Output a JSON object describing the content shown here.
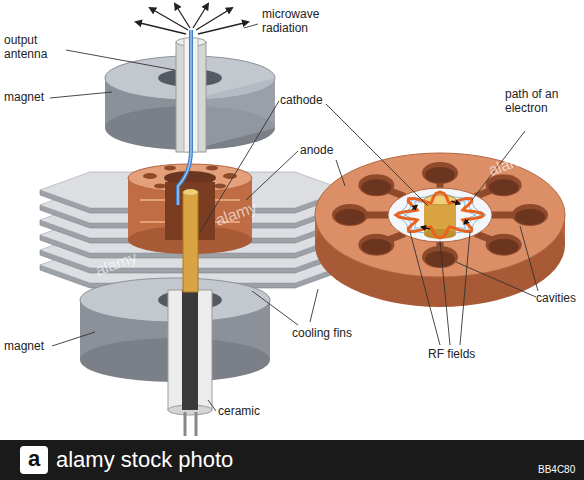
{
  "diagram": {
    "labels": [
      "microwave radiation",
      "output antenna",
      "magnet",
      "cathode",
      "anode",
      "path of an electron",
      "cooling fins",
      "magnet",
      "ceramic",
      "cavities",
      "RF fields",
      "alamy",
      "alamy",
      "alamy",
      "a",
      "alamy stock photo",
      "BB4C80"
    ]
  }
}
